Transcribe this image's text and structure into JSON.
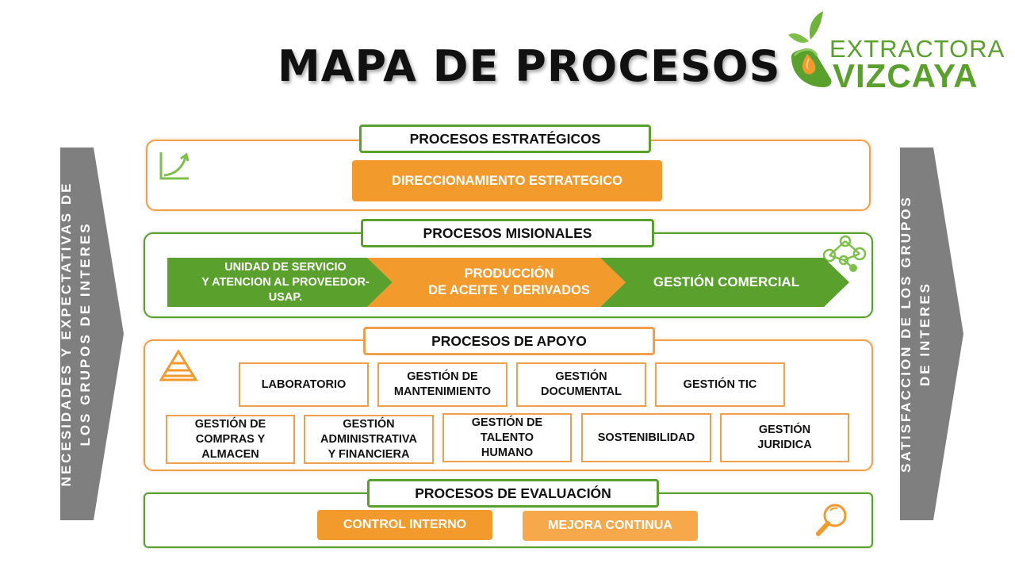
{
  "title": "MAPA DE PROCESOS",
  "logo": {
    "line1": "EXTRACTORA",
    "line2": "VIZCAYA",
    "icon": "leaf-hand-oil-drop-icon",
    "color": "#5aa02c"
  },
  "side_left": {
    "line1": "NECESIDADES Y EXPECTATIVAS DE",
    "line2": "LOS GRUPOS DE INTERES"
  },
  "side_right": {
    "line1": "SATISFACCIÓN DE LOS GRUPOS",
    "line2": "DE INTERES"
  },
  "colors": {
    "orange": "#f0a04b",
    "orange_fill": "#f39a2c",
    "green": "#5aa02c",
    "gray_arrow": "#7f7f7f"
  },
  "estrategicos": {
    "label": "PROCESOS ESTRATÉGICOS",
    "icon": "growth-chart-icon",
    "item": "DIRECCIONAMIENTO ESTRATEGICO"
  },
  "misionales": {
    "label": "PROCESOS MISIONALES",
    "icon": "molecule-network-icon",
    "steps": [
      "UNIDAD DE SERVICIO\nY ATENCION AL PROVEEDOR-\nUSAP.",
      "PRODUCCIÓN\nDE ACEITE Y DERIVADOS",
      "GESTIÓN COMERCIAL"
    ]
  },
  "apoyo": {
    "label": "PROCESOS DE APOYO",
    "icon": "pyramid-icon",
    "row1": [
      "LABORATORIO",
      "GESTIÓN DE\nMANTENIMIENTO",
      "GESTIÓN\nDOCUMENTAL",
      "GESTIÓN TIC"
    ],
    "row2": [
      "GESTIÓN DE\nCOMPRAS Y\nALMACEN",
      "GESTIÓN\nADMINISTRATIVA\nY FINANCIERA",
      "GESTIÓN DE\nTALENTO\nHUMANO",
      "SOSTENIBILIDAD",
      "GESTIÓN\nJURIDICA"
    ]
  },
  "evaluacion": {
    "label": "PROCESOS DE EVALUACIÓN",
    "icon": "magnifier-icon",
    "items": [
      "CONTROL INTERNO",
      "MEJORA CONTINUA"
    ]
  }
}
